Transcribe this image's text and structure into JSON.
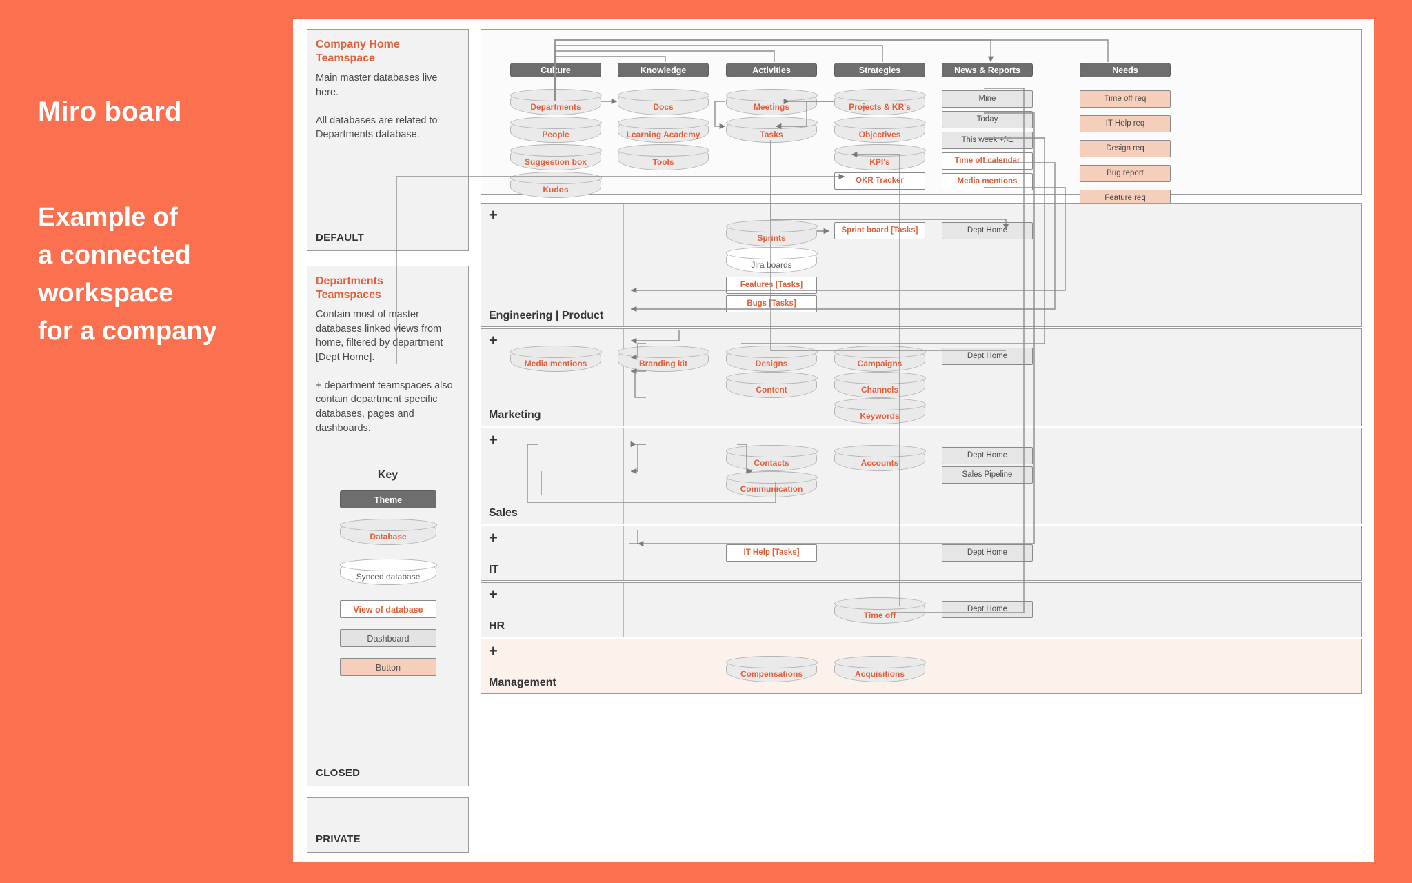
{
  "caption": {
    "title": "Miro board",
    "subtitle": "Example of\na connected\nworkspace\nfor a company"
  },
  "colors": {
    "brand_orange": "#fb7150",
    "node_orange": "#e1603c",
    "theme_gray": "#6e6e6e",
    "button_peach": "#f6cfbc",
    "panel_gray": "#f2f2f2"
  },
  "sidebar": {
    "cards": [
      {
        "title": "Company Home\nTeamspace",
        "body": "Main master databases live here.\n\nAll databases are related to Departments database.",
        "footer": "DEFAULT"
      },
      {
        "title": "Departments\nTeamspaces",
        "body": "Contain most of master databases linked views from home, filtered by department [Dept Home].\n\n+ department teamspaces also contain department specific databases, pages and dashboards.",
        "footer": "CLOSED"
      },
      {
        "title": "",
        "body": "",
        "footer": "PRIVATE"
      }
    ],
    "key": {
      "heading": "Key",
      "items": [
        {
          "label": "Theme",
          "type": "theme"
        },
        {
          "label": "Database",
          "type": "database"
        },
        {
          "label": "Synced database",
          "type": "synced-database"
        },
        {
          "label": "View of database",
          "type": "view-of-database"
        },
        {
          "label": "Dashboard",
          "type": "dashboard"
        },
        {
          "label": "Button",
          "type": "button"
        }
      ]
    }
  },
  "board": {
    "default_panel": {
      "themes": [
        {
          "name": "Culture",
          "nodes": [
            "Departments",
            "People",
            "Suggestion box",
            "Kudos"
          ]
        },
        {
          "name": "Knowledge",
          "nodes": [
            "Docs",
            "Learning Academy",
            "Tools"
          ]
        },
        {
          "name": "Activities",
          "nodes": [
            "Meetings",
            "Tasks"
          ]
        },
        {
          "name": "Strategies",
          "nodes": [
            "Projects & KR's",
            "Objectives",
            "KPI's"
          ]
        },
        {
          "name": "News & Reports",
          "nodes": [
            "Mine",
            "Today",
            "This week +/-1",
            "Time off calendar",
            "Media mentions"
          ]
        },
        {
          "name": "Needs",
          "nodes": [
            "Time off req",
            "IT Help req",
            "Design req",
            "Bug report",
            "Feature req"
          ]
        }
      ],
      "strategies_extra": "OKR Tracker"
    },
    "departments": [
      {
        "name": "Engineering | Product",
        "databases": [
          "Sprints"
        ],
        "synced": [
          "Jira boards"
        ],
        "views": [
          "Features [Tasks]",
          "Bugs [Tasks]",
          "Sprint board [Tasks]"
        ],
        "dashboards": [
          "Dept Home"
        ]
      },
      {
        "name": "Marketing",
        "databases": [
          "Media mentions",
          "Branding kit",
          "Designs",
          "Content",
          "Campaigns",
          "Channels",
          "Keywords"
        ],
        "synced": [],
        "views": [],
        "dashboards": [
          "Dept Home"
        ]
      },
      {
        "name": "Sales",
        "databases": [
          "Contacts",
          "Communication",
          "Accounts"
        ],
        "synced": [],
        "views": [],
        "dashboards": [
          "Dept Home",
          "Sales Pipeline"
        ]
      },
      {
        "name": "IT",
        "databases": [],
        "synced": [],
        "views": [
          "IT Help [Tasks]"
        ],
        "dashboards": [
          "Dept Home"
        ]
      },
      {
        "name": "HR",
        "databases": [
          "Time off"
        ],
        "synced": [],
        "views": [],
        "dashboards": [
          "Dept Home"
        ]
      },
      {
        "name": "Management",
        "databases": [
          "Compensations",
          "Acquisitions"
        ],
        "synced": [],
        "views": [],
        "dashboards": []
      }
    ],
    "add_icon": "+"
  }
}
